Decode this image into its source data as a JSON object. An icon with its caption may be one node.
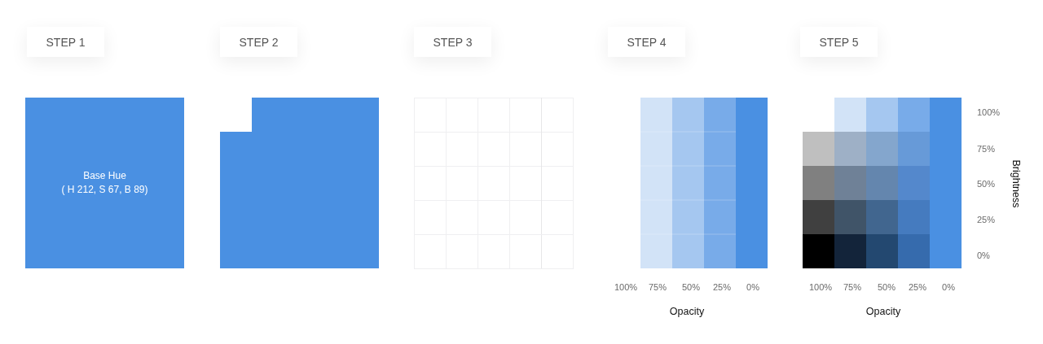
{
  "diagram": {
    "nodes": [
      {
        "text": [
          "STEP 1"
        ]
      },
      {
        "text": [
          "STEP 2"
        ]
      },
      {
        "text": [
          "STEP 3"
        ]
      },
      {
        "text": [
          "STEP 4"
        ]
      },
      {
        "text": [
          "STEP 5"
        ]
      },
      {
        "text": [
          "Base Hue",
          "( H 212, S 67, B 89)"
        ]
      },
      {
        "text": [],
        "shape": "box"
      }
    ],
    "labels": [
      "100%",
      "75%",
      "50%",
      "25%",
      "0%",
      "Opacity",
      "100%",
      "75%",
      "50%",
      "25%",
      "0%",
      "Brightness",
      "100%",
      "75%",
      "50%",
      "25%",
      "0%",
      "Opacity"
    ]
  }
}
